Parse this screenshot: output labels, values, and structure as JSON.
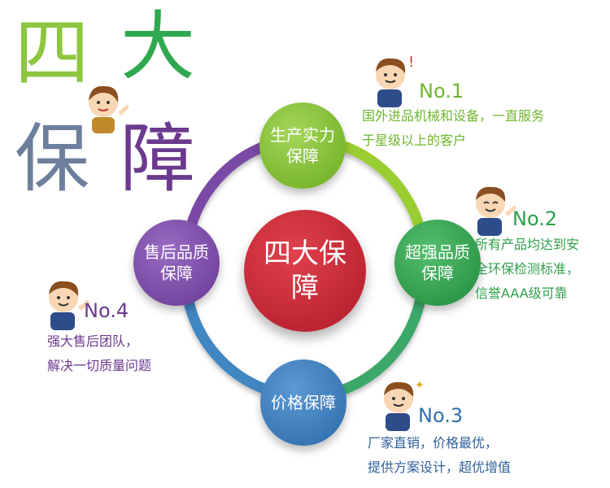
{
  "title": {
    "c1": "四",
    "c2": "大",
    "c3": "保",
    "c4": "障",
    "colors": [
      "#8dc63f",
      "#2fa84f",
      "#6e7f9e",
      "#6b3a8e"
    ]
  },
  "center": {
    "text": "四大保障",
    "color": "#c01f2e"
  },
  "nodes": [
    {
      "text": "生产实力保障",
      "color": "#7fbf2a"
    },
    {
      "text": "超强品质保障",
      "color": "#2e9f4a"
    },
    {
      "text": "价格保障",
      "color": "#3c7fc1"
    },
    {
      "text": "售后品质保障",
      "color": "#7a4aa5"
    }
  ],
  "items": [
    {
      "no": "No.1",
      "line1": "国外进品机械和设备，一直服务",
      "line2": "于星级以上的客户",
      "no_color": "#6fb62e",
      "text_color": "#6fb62e"
    },
    {
      "no": "No.2",
      "line1": "所有产品均达到安",
      "line2": "全环保检测标准，",
      "line3": "信誉AAA级可靠",
      "no_color": "#2e9f4a",
      "text_color": "#2e9f4a"
    },
    {
      "no": "No.3",
      "line1": "厂家直销，价格最优，",
      "line2": "提供方案设计，超优增值",
      "no_color": "#2f6fb0",
      "text_color": "#2f5f9a"
    },
    {
      "no": "No.4",
      "line1": "强大售后团队，",
      "line2": "解决一切质量问题",
      "no_color": "#6b3a8e",
      "text_color": "#6b3a8e"
    }
  ]
}
